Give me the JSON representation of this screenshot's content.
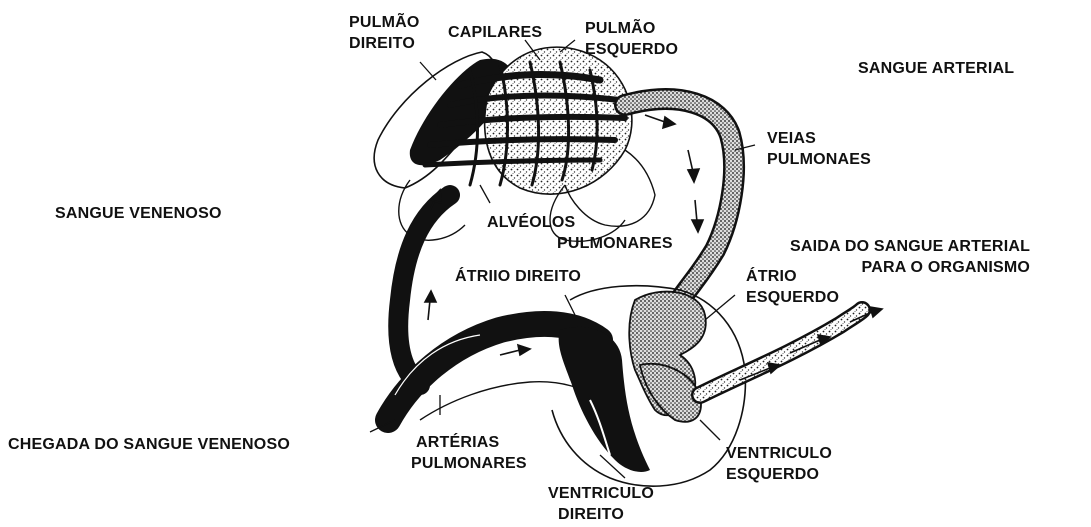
{
  "colors": {
    "ink": "#111111",
    "background": "#ffffff",
    "stipple": "#555555"
  },
  "labels": {
    "pulmao_direito": [
      "PULMÃO",
      "DIREITO"
    ],
    "capilares": "CAPILARES",
    "pulmao_esquerdo": [
      "PULMÃO",
      "ESQUERDO"
    ],
    "sangue_arterial": "SANGUE ARTERIAL",
    "veias_pulmonaes": [
      "VEIAS",
      "PULMONAES"
    ],
    "sangue_venenoso": "SANGUE VENENOSO",
    "alveolos": [
      "ALVÉOLOS",
      "PULMONARES"
    ],
    "saida": [
      "SAIDA DO SANGUE ARTERIAL",
      "PARA O ORGANISMO"
    ],
    "atrio_direito": "ÁTRIIO DIREITO",
    "atrio_esquerdo": [
      "ÁTRIO",
      "ESQUERDO"
    ],
    "chegada": "CHEGADA DO SANGUE VENENOSO",
    "arterias_pulmonares": [
      "ARTÉRIAS",
      "PULMONARES"
    ],
    "ventriculo_direito": [
      "VENTRICULO",
      "DIREITO"
    ],
    "ventriculo_esquerdo": [
      "VENTRICULO",
      "ESQUERDO"
    ]
  }
}
